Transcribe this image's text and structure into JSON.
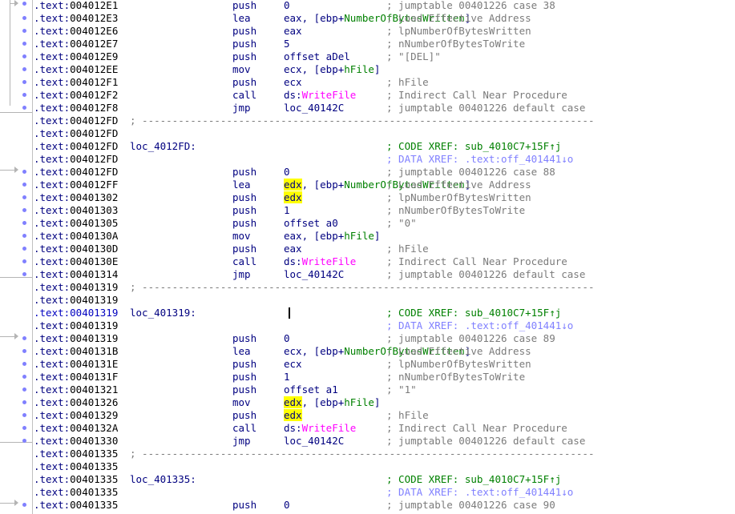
{
  "rows": [
    {
      "seg": ".text:",
      "addr": "004012E1",
      "mn": "push",
      "op": "0",
      "cmt": "; jumptable 00401226 case 38",
      "cmt_class": "cmt"
    },
    {
      "seg": ".text:",
      "addr": "004012E3",
      "mn": "lea",
      "op": "eax, [ebp+NumberOfBytesWritten]",
      "cmt": "; Load Effective Address",
      "cmt_class": "cmt"
    },
    {
      "seg": ".text:",
      "addr": "004012E6",
      "mn": "push",
      "op": "eax",
      "cmt": "; lpNumberOfBytesWritten",
      "cmt_class": "cmt"
    },
    {
      "seg": ".text:",
      "addr": "004012E7",
      "mn": "push",
      "op": "5",
      "cmt": "; nNumberOfBytesToWrite",
      "cmt_class": "cmt"
    },
    {
      "seg": ".text:",
      "addr": "004012E9",
      "mn": "push",
      "op": "offset aDel",
      "cmt": "; \"[DEL]\"",
      "cmt_class": "cmt"
    },
    {
      "seg": ".text:",
      "addr": "004012EE",
      "mn": "mov",
      "op": "ecx, [ebp+hFile]",
      "cmt": "",
      "cmt_class": "cmt"
    },
    {
      "seg": ".text:",
      "addr": "004012F1",
      "mn": "push",
      "op": "ecx",
      "cmt": "; hFile",
      "cmt_class": "cmt"
    },
    {
      "seg": ".text:",
      "addr": "004012F2",
      "mn": "call",
      "op": "ds:WriteFile",
      "cmt": "; Indirect Call Near Procedure",
      "cmt_class": "cmt"
    },
    {
      "seg": ".text:",
      "addr": "004012F8",
      "mn": "jmp",
      "op": "loc_40142C",
      "cmt": "; jumptable 00401226 default case",
      "cmt_class": "cmt"
    },
    {
      "seg": ".text:",
      "addr": "004012FD",
      "sep": "; ---------------------------------------------------------------------------"
    },
    {
      "seg": ".text:",
      "addr": "004012FD"
    },
    {
      "seg": ".text:",
      "addr": "004012FD",
      "label": "loc_4012FD:",
      "cmt": "; CODE XREF: sub_4010C7+15F↑j",
      "cmt_class": "cmt code"
    },
    {
      "seg": ".text:",
      "addr": "004012FD",
      "cmt": "; DATA XREF: .text:off_401441↓o",
      "cmt_class": "cmt data"
    },
    {
      "seg": ".text:",
      "addr": "004012FD",
      "mn": "push",
      "op": "0",
      "cmt": "; jumptable 00401226 case 88",
      "cmt_class": "cmt"
    },
    {
      "seg": ".text:",
      "addr": "004012FF",
      "mn": "lea",
      "op": "edx, [ebp+NumberOfBytesWritten]",
      "cmt": "; Load Effective Address",
      "cmt_class": "cmt"
    },
    {
      "seg": ".text:",
      "addr": "00401302",
      "mn": "push",
      "op": "edx",
      "cmt": "; lpNumberOfBytesWritten",
      "cmt_class": "cmt"
    },
    {
      "seg": ".text:",
      "addr": "00401303",
      "mn": "push",
      "op": "1",
      "cmt": "; nNumberOfBytesToWrite",
      "cmt_class": "cmt"
    },
    {
      "seg": ".text:",
      "addr": "00401305",
      "mn": "push",
      "op": "offset a0",
      "cmt": "; \"0\"",
      "cmt_class": "cmt"
    },
    {
      "seg": ".text:",
      "addr": "0040130A",
      "mn": "mov",
      "op": "eax, [ebp+hFile]",
      "cmt": "",
      "cmt_class": "cmt"
    },
    {
      "seg": ".text:",
      "addr": "0040130D",
      "mn": "push",
      "op": "eax",
      "cmt": "; hFile",
      "cmt_class": "cmt"
    },
    {
      "seg": ".text:",
      "addr": "0040130E",
      "mn": "call",
      "op": "ds:WriteFile",
      "cmt": "; Indirect Call Near Procedure",
      "cmt_class": "cmt"
    },
    {
      "seg": ".text:",
      "addr": "00401314",
      "mn": "jmp",
      "op": "loc_40142C",
      "cmt": "; jumptable 00401226 default case",
      "cmt_class": "cmt"
    },
    {
      "seg": ".text:",
      "addr": "00401319",
      "sep": "; ---------------------------------------------------------------------------"
    },
    {
      "seg": ".text:",
      "addr": "00401319"
    },
    {
      "seg": ".text:",
      "addr": "00401319",
      "label": "loc_401319:",
      "cmt": "; CODE XREF: sub_4010C7+15F↑j",
      "cmt_class": "cmt code",
      "selected": true
    },
    {
      "seg": ".text:",
      "addr": "00401319",
      "cmt": "; DATA XREF: .text:off_401441↓o",
      "cmt_class": "cmt data"
    },
    {
      "seg": ".text:",
      "addr": "00401319",
      "mn": "push",
      "op": "0",
      "cmt": "; jumptable 00401226 case 89",
      "cmt_class": "cmt"
    },
    {
      "seg": ".text:",
      "addr": "0040131B",
      "mn": "lea",
      "op": "ecx, [ebp+NumberOfBytesWritten]",
      "cmt": "; Load Effective Address",
      "cmt_class": "cmt"
    },
    {
      "seg": ".text:",
      "addr": "0040131E",
      "mn": "push",
      "op": "ecx",
      "cmt": "; lpNumberOfBytesWritten",
      "cmt_class": "cmt"
    },
    {
      "seg": ".text:",
      "addr": "0040131F",
      "mn": "push",
      "op": "1",
      "cmt": "; nNumberOfBytesToWrite",
      "cmt_class": "cmt"
    },
    {
      "seg": ".text:",
      "addr": "00401321",
      "mn": "push",
      "op": "offset a1",
      "cmt": "; \"1\"",
      "cmt_class": "cmt"
    },
    {
      "seg": ".text:",
      "addr": "00401326",
      "mn": "mov",
      "op": "edx, [ebp+hFile]",
      "cmt": "",
      "cmt_class": "cmt"
    },
    {
      "seg": ".text:",
      "addr": "00401329",
      "mn": "push",
      "op": "edx",
      "cmt": "; hFile",
      "cmt_class": "cmt"
    },
    {
      "seg": ".text:",
      "addr": "0040132A",
      "mn": "call",
      "op": "ds:WriteFile",
      "cmt": "; Indirect Call Near Procedure",
      "cmt_class": "cmt"
    },
    {
      "seg": ".text:",
      "addr": "00401330",
      "mn": "jmp",
      "op": "loc_40142C",
      "cmt": "; jumptable 00401226 default case",
      "cmt_class": "cmt"
    },
    {
      "seg": ".text:",
      "addr": "00401335",
      "sep": "; ---------------------------------------------------------------------------"
    },
    {
      "seg": ".text:",
      "addr": "00401335"
    },
    {
      "seg": ".text:",
      "addr": "00401335",
      "label": "loc_401335:",
      "cmt": "; CODE XREF: sub_4010C7+15F↑j",
      "cmt_class": "cmt code"
    },
    {
      "seg": ".text:",
      "addr": "00401335",
      "cmt": "; DATA XREF: .text:off_401441↓o",
      "cmt_class": "cmt data"
    },
    {
      "seg": ".text:",
      "addr": "00401335",
      "mn": "push",
      "op": "0",
      "cmt": "; jumptable 00401226 case 90",
      "cmt_class": "cmt"
    }
  ],
  "highlight_register": "edx",
  "colors": {
    "background": "#ffffff",
    "highlight": "#ffff00",
    "code_xref": "#008000",
    "data_xref": "#8080ff",
    "comment": "#7b7b7b",
    "name_green": "#008000",
    "name_pink": "#ff00ff"
  }
}
